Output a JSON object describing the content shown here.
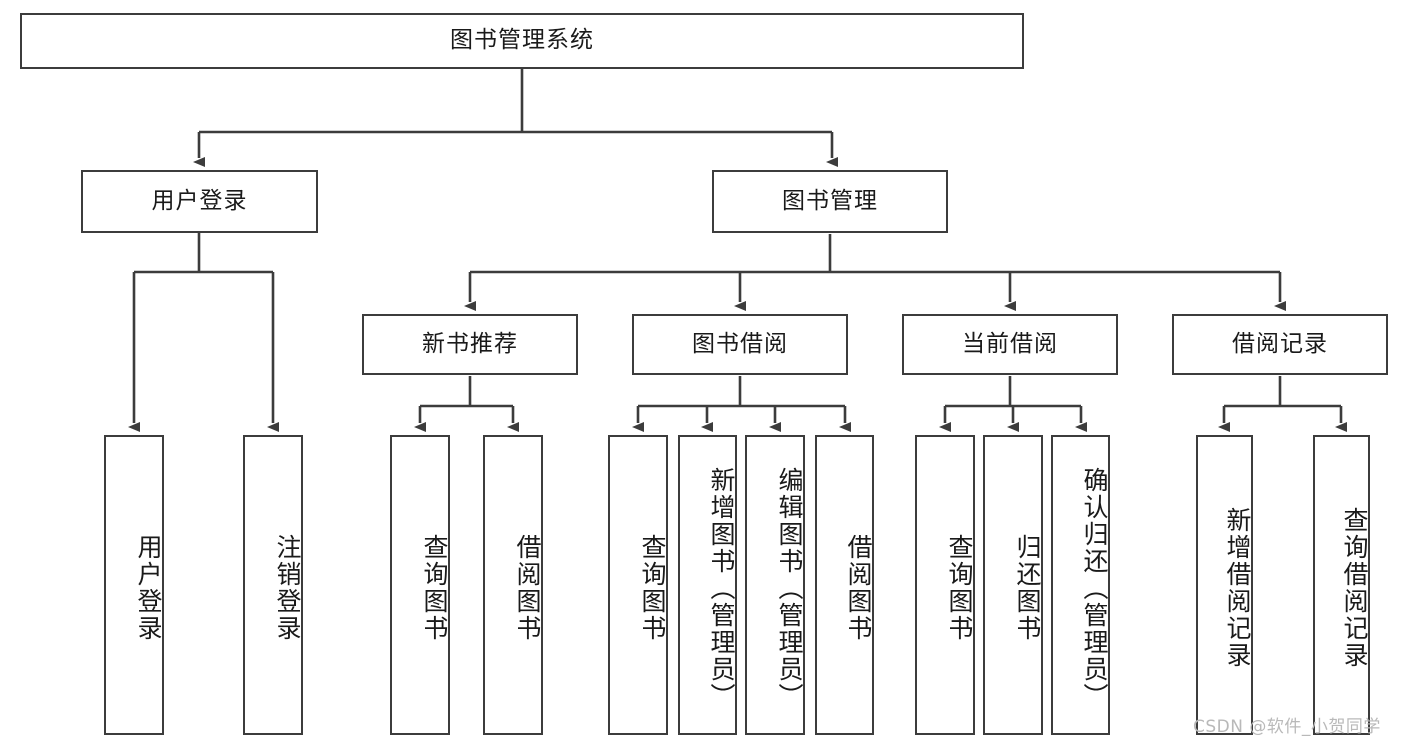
{
  "diagram": {
    "title": "图书管理系统",
    "type": "tree-hierarchy-diagram",
    "colors": {
      "box_border": "#3c3c3c",
      "box_fill": "#ffffff",
      "connector": "#3c3c3c",
      "text": "#1a1a1a",
      "watermark": "#b9b9b9",
      "background": "#ffffff"
    },
    "root": {
      "id": "root",
      "label": "图书管理系统"
    },
    "level2": [
      {
        "id": "user-login",
        "label": "用户登录"
      },
      {
        "id": "book-management",
        "label": "图书管理"
      }
    ],
    "level3": [
      {
        "id": "new-book-recommend",
        "label": "新书推荐",
        "parent": "book-management"
      },
      {
        "id": "book-borrow",
        "label": "图书借阅",
        "parent": "book-management"
      },
      {
        "id": "current-borrow",
        "label": "当前借阅",
        "parent": "book-management"
      },
      {
        "id": "borrow-record",
        "label": "借阅记录",
        "parent": "book-management"
      }
    ],
    "leaves": {
      "user_login": [
        {
          "id": "leaf-user-login",
          "label": "用户登录"
        },
        {
          "id": "leaf-logout-login",
          "label": "注销登录"
        }
      ],
      "new_book_recommend": [
        {
          "id": "leaf-query-book-1",
          "label": "查询图书"
        },
        {
          "id": "leaf-borrow-book-1",
          "label": "借阅图书"
        }
      ],
      "book_borrow": [
        {
          "id": "leaf-query-book-2",
          "label": "查询图书"
        },
        {
          "id": "leaf-add-book",
          "label": "新增图书（管理员）"
        },
        {
          "id": "leaf-edit-book",
          "label": "编辑图书（管理员）"
        },
        {
          "id": "leaf-borrow-book-2",
          "label": "借阅图书"
        }
      ],
      "current_borrow": [
        {
          "id": "leaf-query-book-3",
          "label": "查询图书"
        },
        {
          "id": "leaf-return-book",
          "label": "归还图书"
        },
        {
          "id": "leaf-confirm-return",
          "label": "确认归还（管理员）"
        }
      ],
      "borrow_record": [
        {
          "id": "leaf-add-record",
          "label": "新增借阅记录"
        },
        {
          "id": "leaf-query-record",
          "label": "查询借阅记录"
        }
      ]
    }
  },
  "watermark": {
    "text": "CSDN @软件_小贺同学"
  }
}
